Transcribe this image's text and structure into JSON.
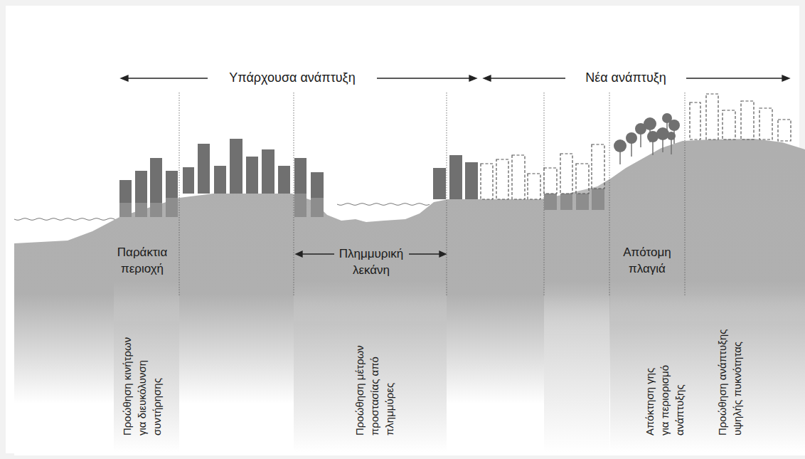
{
  "diagram": {
    "labels": [
      "Υπάρχουσα ανάπτυξη",
      "Νέα ανάπτυξη",
      "Παράκτια περιοχή",
      "Πλημμυρική λεκάνη",
      "Απότομη πλαγιά",
      "Προώθηση κινήτρων για διευκόλυνση συντήρησης",
      "Προώθηση μέτρων προστασίας από πλημμύρες",
      "Απόκτηση γης για περιορισμό ανάπτυξης",
      "Προώθηση ανάπτυξης υψηλής πυκνότητας"
    ]
  }
}
